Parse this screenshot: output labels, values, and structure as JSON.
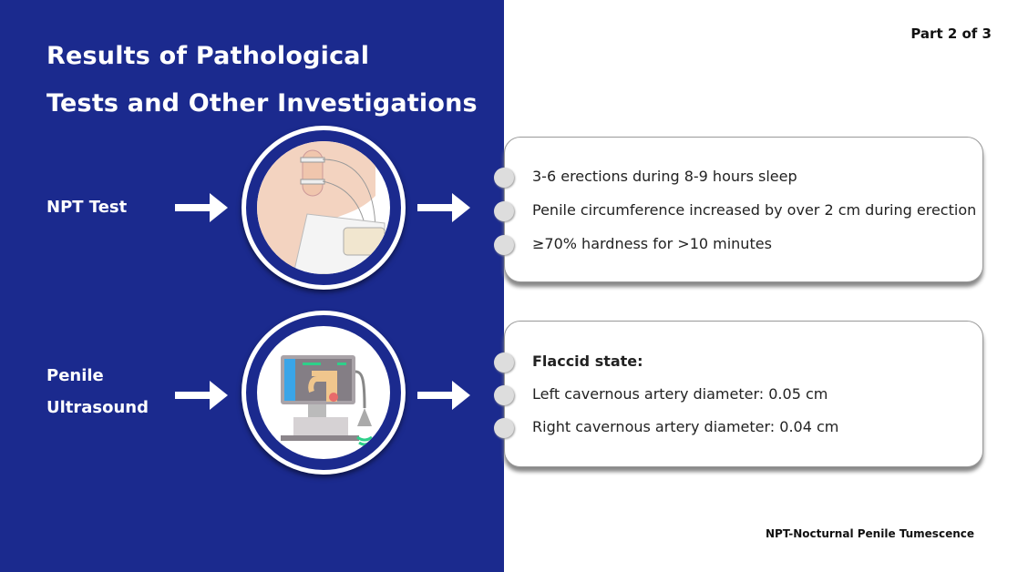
{
  "title_line1": "Results of Pathological",
  "title_line2": "Tests and Other Investigations",
  "part": "Part 2 of 3",
  "tests": [
    {
      "label_line1": "NPT Test",
      "label_line2": "",
      "image": "npt-device-illustration",
      "items": [
        "3-6 erections during 8-9 hours sleep",
        "Penile circumference increased by over 2 cm during erection",
        "≥70% hardness for >10 minutes"
      ]
    },
    {
      "label_line1": "Penile",
      "label_line2": "Ultrasound",
      "image": "ultrasound-machine-icon",
      "items": [
        "Flaccid state:",
        "Left cavernous artery diameter: 0.05 cm",
        "Right cavernous artery diameter: 0.04 cm"
      ]
    }
  ],
  "footnote": "NPT-Nocturnal Penile Tumescence",
  "colors": {
    "panel": "#1b2a8e",
    "bullet": "#dddddd"
  }
}
